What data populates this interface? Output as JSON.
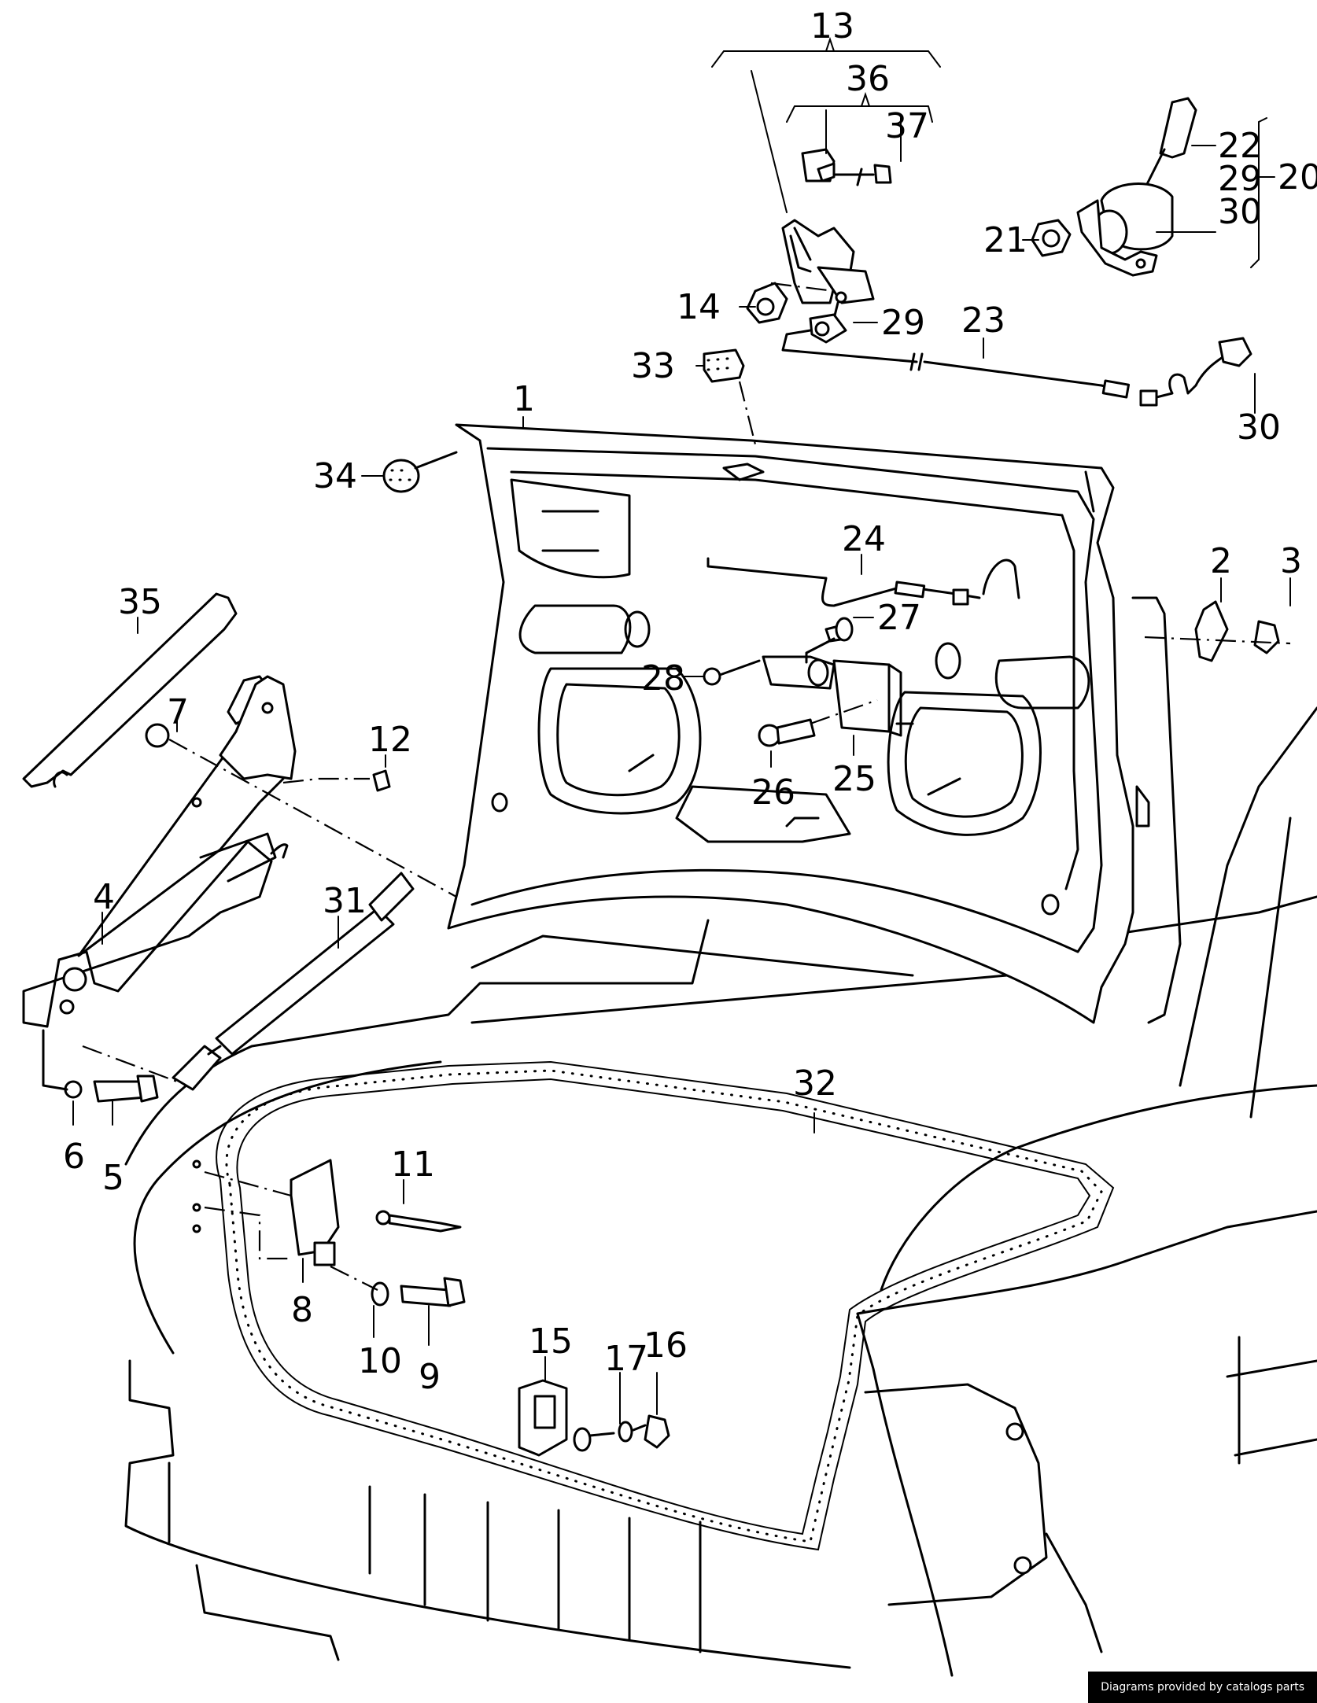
{
  "diagram": {
    "title": "Trunk lid, hinges, lock and seal – exploded parts view",
    "callouts": [
      {
        "id": "1",
        "label": "1"
      },
      {
        "id": "2",
        "label": "2"
      },
      {
        "id": "3",
        "label": "3"
      },
      {
        "id": "4",
        "label": "4"
      },
      {
        "id": "5",
        "label": "5"
      },
      {
        "id": "6",
        "label": "6"
      },
      {
        "id": "7",
        "label": "7"
      },
      {
        "id": "8",
        "label": "8"
      },
      {
        "id": "9",
        "label": "9"
      },
      {
        "id": "10",
        "label": "10"
      },
      {
        "id": "11",
        "label": "11"
      },
      {
        "id": "12",
        "label": "12"
      },
      {
        "id": "13",
        "label": "13"
      },
      {
        "id": "14",
        "label": "14"
      },
      {
        "id": "15",
        "label": "15"
      },
      {
        "id": "16",
        "label": "16"
      },
      {
        "id": "17",
        "label": "17"
      },
      {
        "id": "20",
        "label": "20"
      },
      {
        "id": "21",
        "label": "21"
      },
      {
        "id": "22",
        "label": "22"
      },
      {
        "id": "23",
        "label": "23"
      },
      {
        "id": "24",
        "label": "24"
      },
      {
        "id": "25",
        "label": "25"
      },
      {
        "id": "26",
        "label": "26"
      },
      {
        "id": "27",
        "label": "27"
      },
      {
        "id": "28",
        "label": "28"
      },
      {
        "id": "29a",
        "label": "29"
      },
      {
        "id": "29b",
        "label": "29"
      },
      {
        "id": "30a",
        "label": "30"
      },
      {
        "id": "30b",
        "label": "30"
      },
      {
        "id": "31",
        "label": "31"
      },
      {
        "id": "32",
        "label": "32"
      },
      {
        "id": "33",
        "label": "33"
      },
      {
        "id": "34",
        "label": "34"
      },
      {
        "id": "35",
        "label": "35"
      },
      {
        "id": "36",
        "label": "36"
      },
      {
        "id": "37",
        "label": "37"
      }
    ]
  },
  "footer": {
    "credit": "Diagrams provided by catalogs parts"
  }
}
